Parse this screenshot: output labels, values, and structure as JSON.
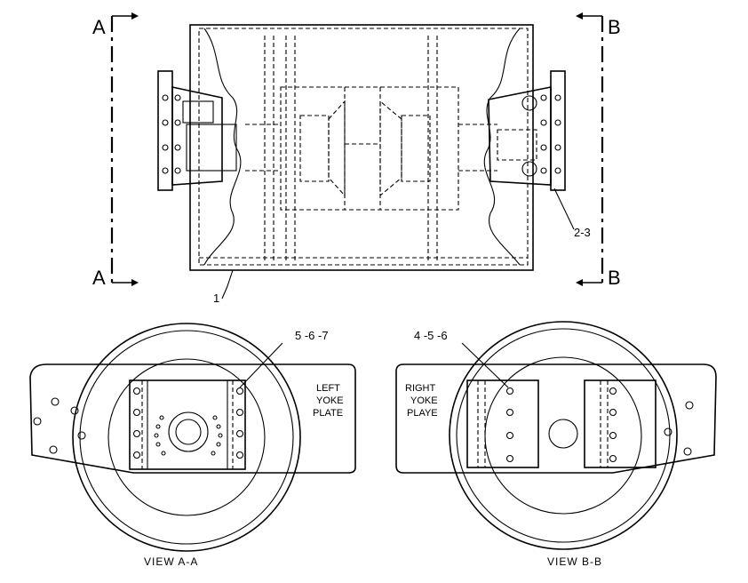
{
  "section_marks": {
    "a_top": "A",
    "a_bottom": "A",
    "b_top": "B",
    "b_bottom": "B"
  },
  "callouts": {
    "item_1": "1",
    "item_2_3": "2-3",
    "item_5_6_7": "5 -6 -7",
    "item_4_5_6": "4 -5 -6"
  },
  "left_view": {
    "plate_label_line1": "LEFT",
    "plate_label_line2": "YOKE",
    "plate_label_line3": "PLATE",
    "caption": "VIEW A-A"
  },
  "right_view": {
    "plate_label_line1": "RIGHT",
    "plate_label_line2": "YOKE",
    "plate_label_line3": "PLAYE",
    "caption": "VIEW B-B"
  }
}
